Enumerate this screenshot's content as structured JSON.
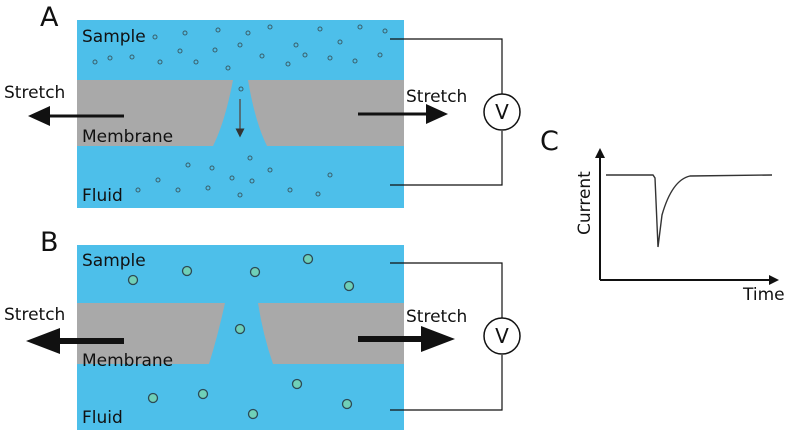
{
  "colors": {
    "fluid": "#4dbfea",
    "membrane": "#a9a9a9",
    "line": "#111111",
    "particle_fill": "#6fd0b8"
  },
  "panelA": {
    "letter": "A",
    "sample_label": "Sample",
    "membrane_label": "Membrane",
    "fluid_label": "Fluid",
    "stretch_left": "Stretch",
    "stretch_right": "Stretch",
    "voltmeter": "V"
  },
  "panelB": {
    "letter": "B",
    "sample_label": "Sample",
    "membrane_label": "Membrane",
    "fluid_label": "Fluid",
    "stretch_left": "Stretch",
    "stretch_right": "Stretch",
    "voltmeter": "V"
  },
  "panelC": {
    "letter": "C",
    "ylabel": "Current",
    "xlabel": "Time"
  }
}
